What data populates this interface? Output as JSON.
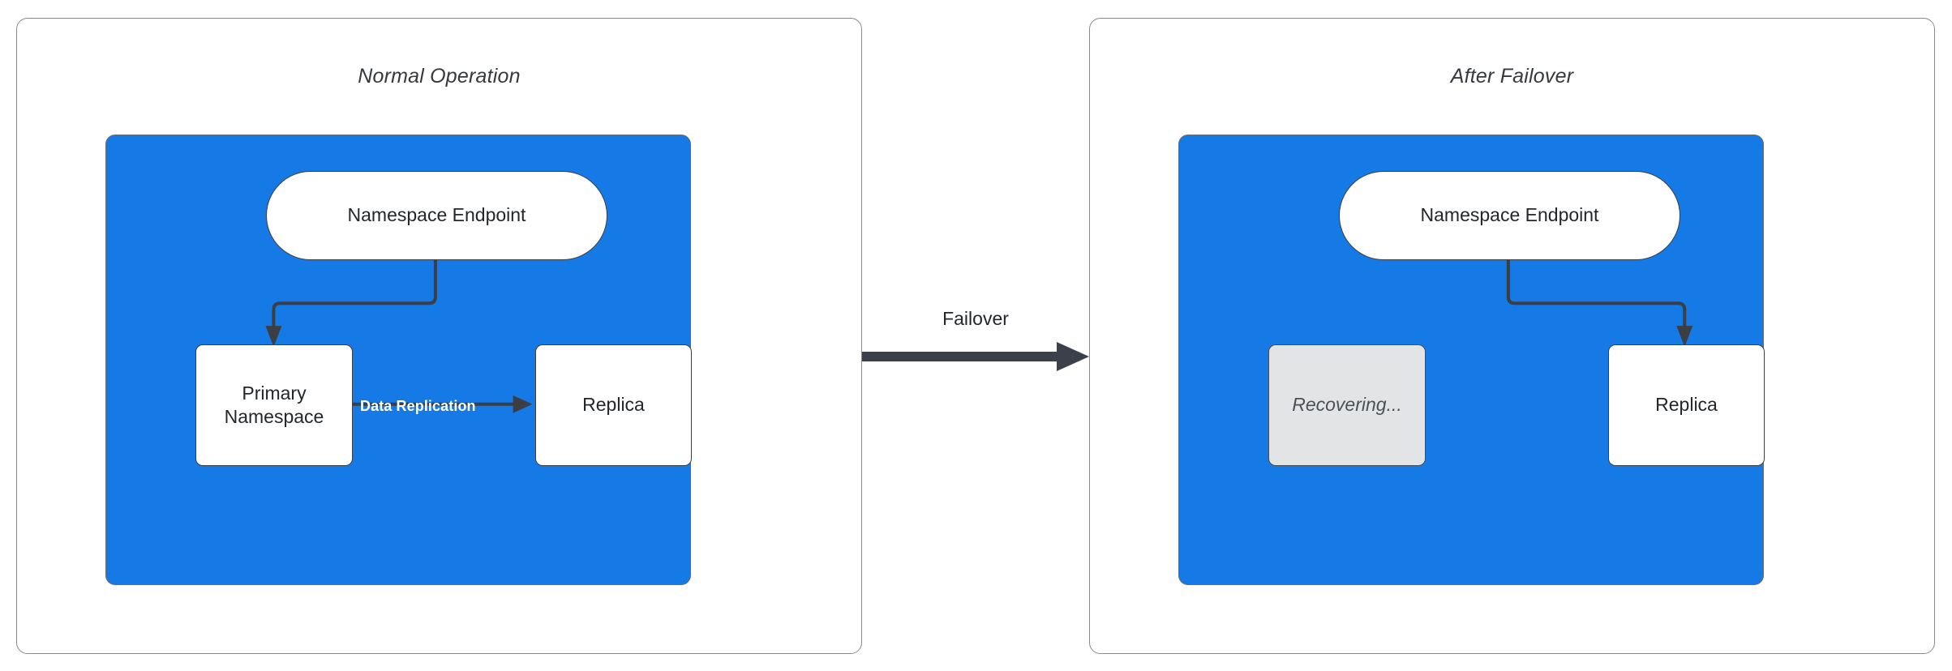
{
  "diagram": {
    "title_hidden": "",
    "colors": {
      "namespace_container": "#1579e6",
      "node_fill": "#ffffff",
      "node_stroke": "#3b3f44",
      "ghost_fill": "#e2e4e6",
      "ghost_text": "#4d5157",
      "edge_stroke": "#3b3f44",
      "panel_border": "#8a8a8a",
      "edge_label_text": "#ffffff",
      "background": "#ffffff"
    }
  },
  "panels": [
    {
      "id": "normal-operation",
      "title": "Normal Operation",
      "nodes": [
        {
          "id": "namespace-endpoint",
          "label": "Namespace Endpoint",
          "shape": "pill",
          "state": "active"
        },
        {
          "id": "primary-namespace",
          "label": "Primary\nNamespace",
          "line1": "Primary",
          "line2": "Namespace",
          "shape": "rect",
          "state": "active"
        },
        {
          "id": "replica",
          "label": "Replica",
          "shape": "rect",
          "state": "active"
        }
      ],
      "edges": [
        {
          "id": "endpoint-to-primary",
          "from": "namespace-endpoint",
          "to": "primary-namespace",
          "label": "",
          "style": "orthogonal-arrow"
        },
        {
          "id": "primary-to-replica",
          "from": "primary-namespace",
          "to": "replica",
          "label": "Data Replication",
          "style": "straight-arrow"
        }
      ]
    },
    {
      "id": "after-failover",
      "title": "After Failover",
      "nodes": [
        {
          "id": "namespace-endpoint",
          "label": "Namespace Endpoint",
          "shape": "pill",
          "state": "active"
        },
        {
          "id": "recovering",
          "label": "Recovering...",
          "shape": "rect",
          "state": "ghost"
        },
        {
          "id": "replica",
          "label": "Replica",
          "shape": "rect",
          "state": "active"
        }
      ],
      "edges": [
        {
          "id": "endpoint-to-replica",
          "from": "namespace-endpoint",
          "to": "replica",
          "label": "",
          "style": "orthogonal-arrow"
        }
      ]
    }
  ],
  "transition": {
    "label": "Failover",
    "from_panel": "normal-operation",
    "to_panel": "after-failover"
  }
}
